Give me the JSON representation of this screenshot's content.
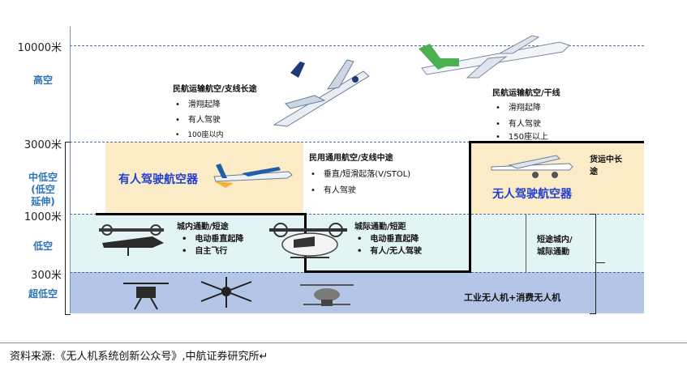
{
  "altitudes": {
    "a10000": "10000米",
    "a3000": "3000米",
    "a1000": "1000米",
    "a300": "300米"
  },
  "zones": {
    "high": "高空",
    "midlow": "中低空\n(低空\n延伸)",
    "low": "低空",
    "ultralow": "超低空"
  },
  "civil_feeder": {
    "title": "民航运输航空/支线长途",
    "items": [
      "滑翔起降",
      "有人驾驶",
      "100座以内"
    ]
  },
  "civil_trunk": {
    "title": "民航运输航空/干线",
    "items": [
      "滑翔起降",
      "有人驾驶",
      "150座以上"
    ]
  },
  "general_aviation": {
    "title": "民用通用航空/支线中途",
    "items": [
      "垂直/短滑起落(V/STOL)",
      "有人驾驶"
    ]
  },
  "manned_label": "有人驾驶航空器",
  "unmanned_label": "无人驾驶航空器",
  "cargo": "货运中长\n途",
  "urban": {
    "title": "城内通勤/短途",
    "items": [
      "电动垂直起降",
      "自主飞行"
    ]
  },
  "intercity": {
    "title": "城际通勤/短距",
    "items": [
      "电动垂直起降",
      "有人/无人驾驶"
    ]
  },
  "short_urban": "短途城内/\n城际通勤",
  "industrial_drones": "工业无人机+消费无人机",
  "source": "资料来源:《无人机系统创新公众号》,中航证券研究所↵",
  "colors": {
    "ultralow_band": "#b4c6e7",
    "low_band": "#e2f4f4",
    "midlow_band": "#fbecc7",
    "accent_blue": "#1f3fd0",
    "zone_blue": "#2e74b5"
  }
}
